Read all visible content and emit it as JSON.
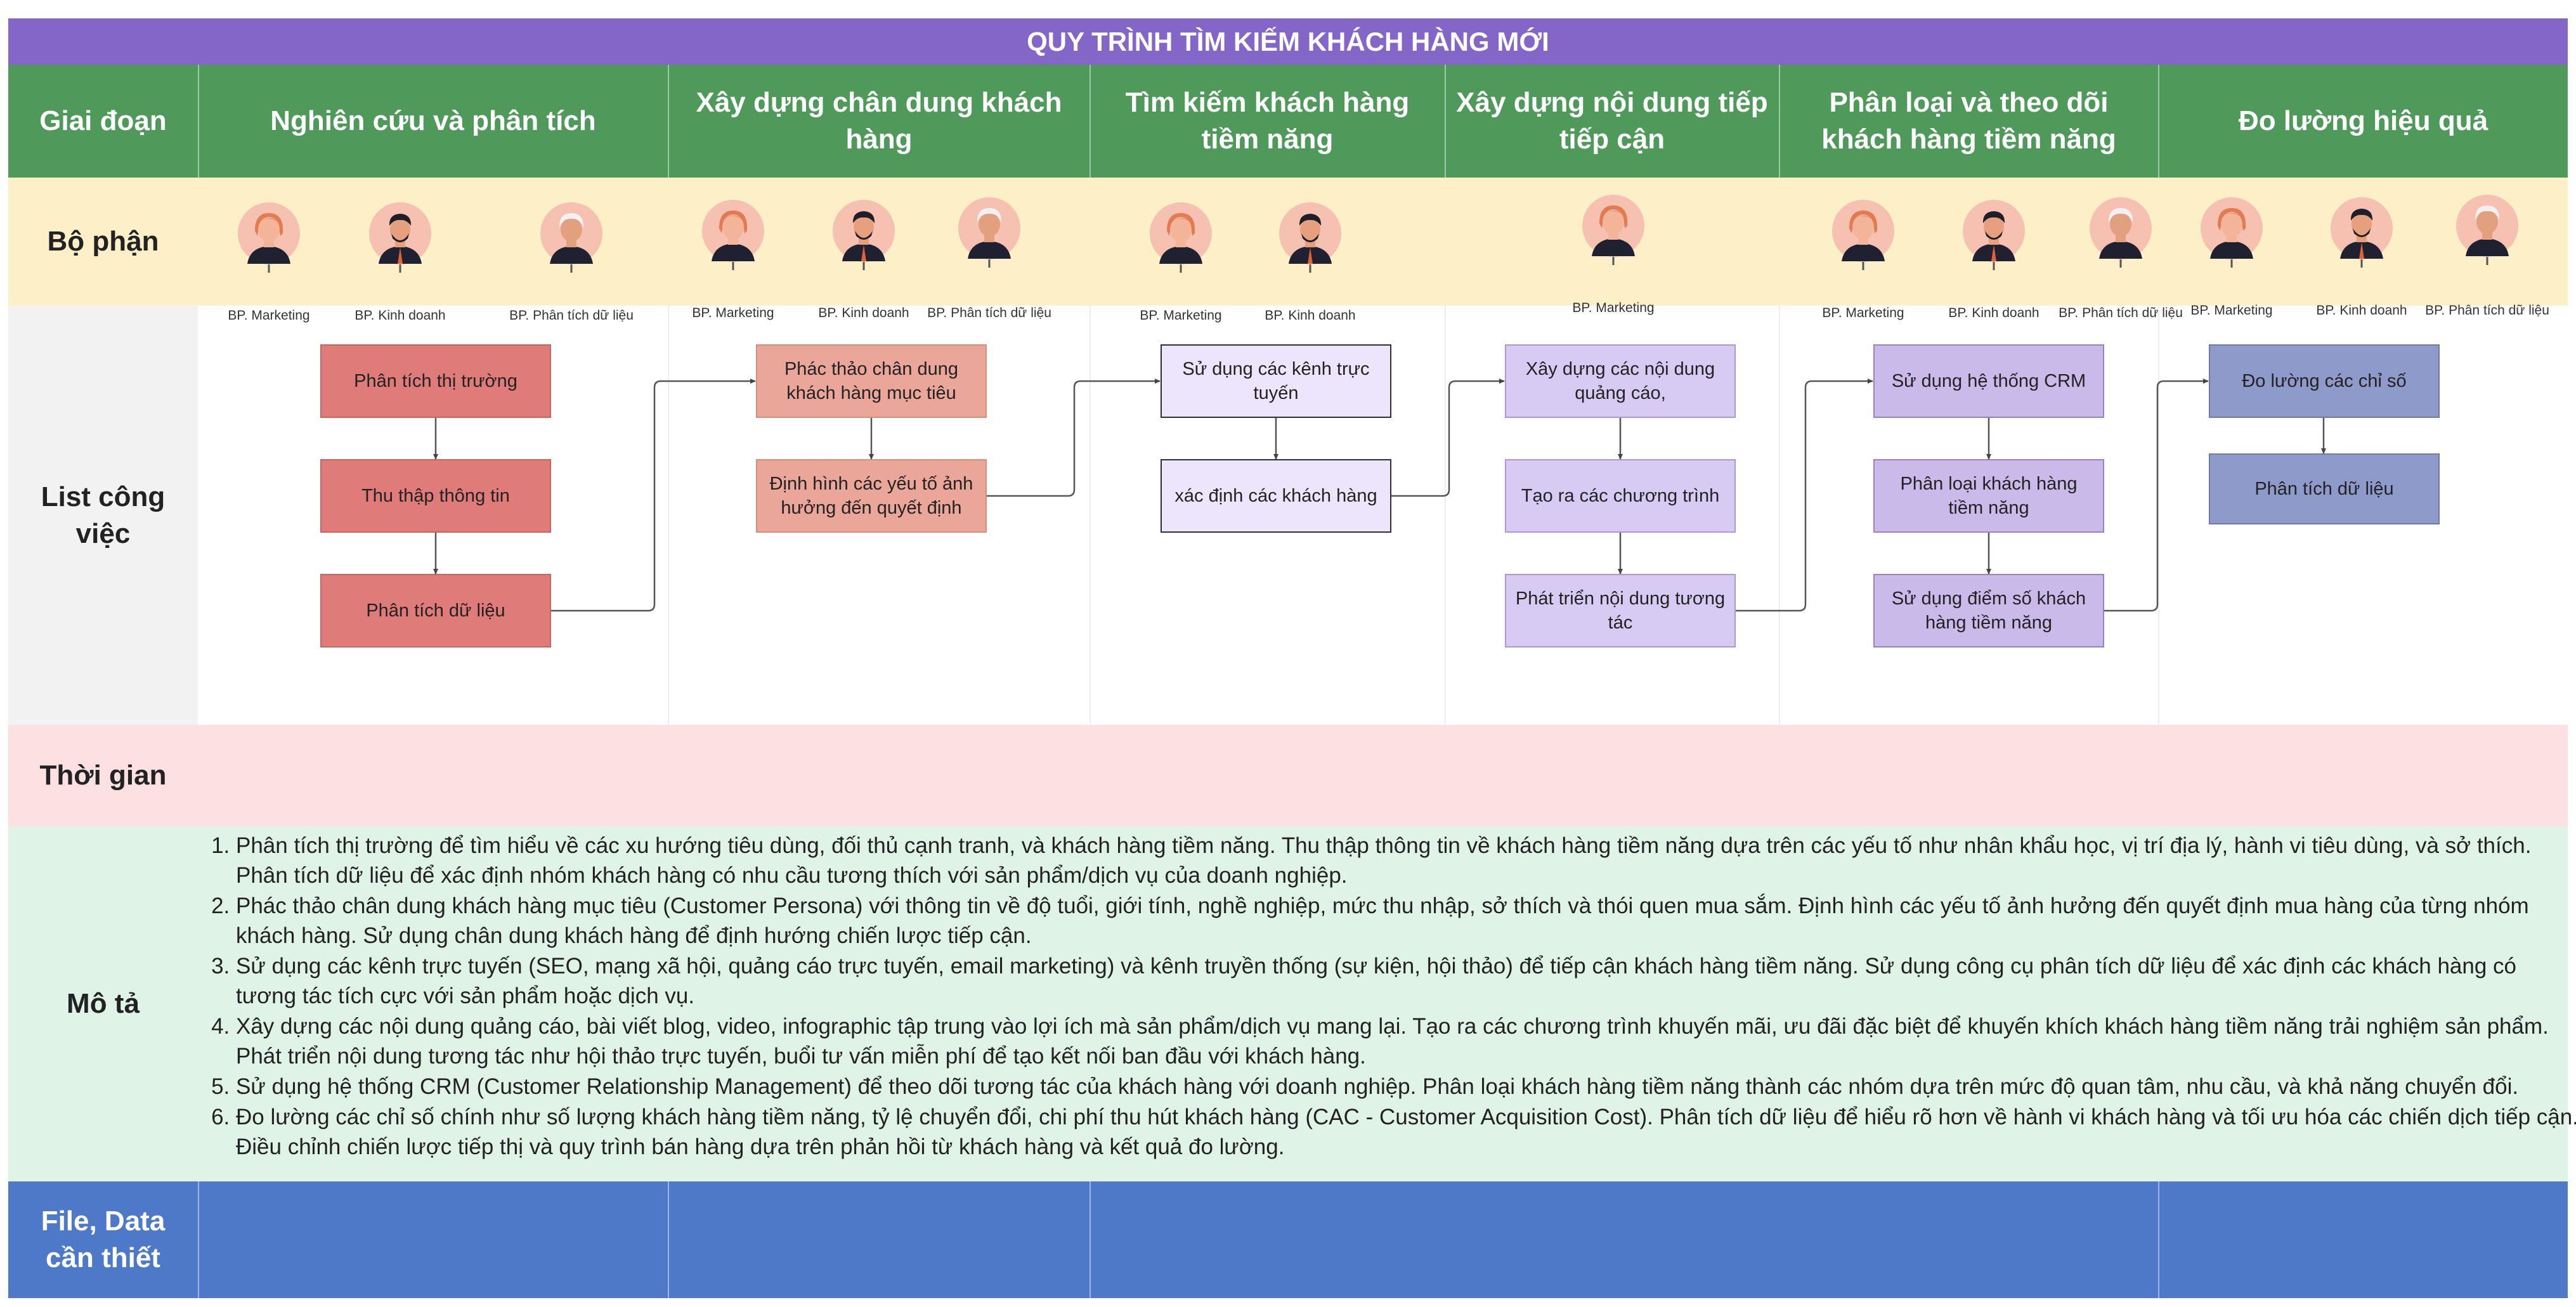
{
  "title": "QUY TRÌNH TÌM KIẾM KHÁCH HÀNG MỚI",
  "row_headers": {
    "stage": "Giai đoạn",
    "department": "Bộ phận",
    "tasks": "List công việc",
    "time": "Thời gian",
    "description": "Mô tả",
    "files": "File, Data cần thiết"
  },
  "stages": [
    "Nghiên cứu và phân tích",
    "Xây dựng chân dung khách hàng",
    "Tìm kiếm khách hàng tiềm năng",
    "Xây dựng nội dung tiếp tiếp cận",
    "Phân loại và theo dõi khách hàng tiềm năng",
    "Đo lường hiệu quả"
  ],
  "departments": [
    [
      "BP. Marketing",
      "BP. Kinh doanh",
      "BP. Phân tích dữ liệu"
    ],
    [
      "BP. Marketing",
      "BP. Kinh doanh",
      "BP. Phân tích dữ liệu"
    ],
    [
      "BP. Marketing",
      "BP. Kinh doanh"
    ],
    [
      "BP. Marketing"
    ],
    [
      "BP. Marketing",
      "BP. Kinh doanh",
      "BP. Phân tích dữ liệu"
    ],
    [
      "BP. Marketing",
      "BP. Kinh doanh",
      "BP. Phân tích dữ liệu"
    ]
  ],
  "tasks": [
    [
      "Phân tích thị trường",
      "Thu thập thông tin",
      "Phân tích dữ liệu"
    ],
    [
      "Phác thảo chân dung khách hàng mục tiêu",
      "Định hình các yếu tố ảnh hưởng đến quyết định"
    ],
    [
      "Sử dụng các kênh trực tuyến",
      "xác định các khách hàng"
    ],
    [
      "Xây dựng các nội dung quảng cáo,",
      "Tạo ra các chương trình",
      "Phát triển nội dung tương tác"
    ],
    [
      "Sử dụng hệ thống CRM",
      "Phân loại khách hàng tiềm năng",
      "Sử dụng điểm số khách hàng tiềm năng"
    ],
    [
      "Đo lường các chỉ số",
      "Phân tích dữ liệu"
    ]
  ],
  "descriptions": [
    "Phân tích thị trường để tìm hiểu về các xu hướng tiêu dùng, đối thủ cạnh tranh, và khách hàng tiềm năng. Thu thập thông tin về khách hàng tiềm năng dựa trên các yếu tố như nhân khẩu học, vị trí địa lý, hành vi tiêu dùng, và sở thích. Phân tích dữ liệu để xác định nhóm khách hàng có nhu cầu tương thích với sản phẩm/dịch vụ của doanh nghiệp.",
    "Phác thảo chân dung khách hàng mục tiêu (Customer Persona) với thông tin về độ tuổi, giới tính, nghề nghiệp, mức thu nhập, sở thích và thói quen mua sắm. Định hình các yếu tố ảnh hưởng đến quyết định mua hàng của từng nhóm khách hàng. Sử dụng chân dung khách hàng để định hướng chiến lược tiếp cận.",
    "Sử dụng các kênh trực tuyến (SEO, mạng xã hội, quảng cáo trực tuyến, email marketing) và kênh truyền thống (sự kiện, hội thảo) để tiếp cận khách hàng tiềm năng. Sử dụng công cụ phân tích dữ liệu để xác định các khách hàng có tương tác tích cực với sản phẩm hoặc dịch vụ.",
    "Xây dựng các nội dung quảng cáo, bài viết blog, video, infographic tập trung vào lợi ích mà sản phẩm/dịch vụ mang lại. Tạo ra các chương trình khuyến mãi, ưu đãi đặc biệt để khuyến khích khách hàng tiềm năng trải nghiệm sản phẩm. Phát triển nội dung tương tác như hội thảo trực tuyến, buổi tư vấn miễn phí để tạo kết nối ban đầu với khách hàng.",
    "Sử dụng hệ thống CRM (Customer Relationship Management) để theo dõi tương tác của khách hàng với doanh nghiệp. Phân loại khách hàng tiềm năng thành các nhóm dựa trên mức độ quan tâm, nhu cầu, và khả năng chuyển đổi.",
    "Đo lường các chỉ số chính như số lượng khách hàng tiềm năng, tỷ lệ chuyển đổi, chi phí thu hút khách hàng (CAC - Customer Acquisition Cost). Phân tích dữ liệu để hiểu rõ hơn về hành vi khách hàng và tối ưu hóa các chiến dịch tiếp cận. Điều chỉnh chiến lược tiếp thị và quy trình bán hàng dựa trên phản hồi từ khách hàng và kết quả đo lường."
  ],
  "colors": {
    "title_bar": "#8466c9",
    "stage_row": "#4f9a5b",
    "department_row": "#fdf0c8",
    "time_row": "#fde0e2",
    "description_row": "#dff3e6",
    "files_row": "#4e79c9"
  },
  "icons": {
    "BP. Marketing": "marketing-person-avatar-icon",
    "BP. Kinh doanh": "sales-person-avatar-icon",
    "BP. Phân tích dữ liệu": "analyst-person-avatar-icon"
  }
}
